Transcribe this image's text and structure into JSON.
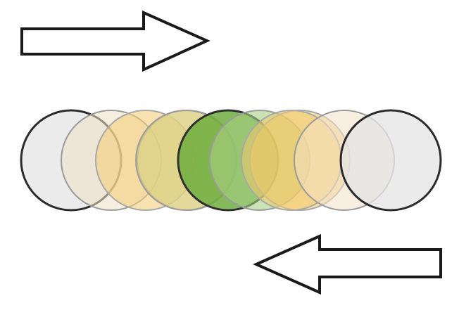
{
  "background": "#ffffff",
  "outline_color": "#1a1a1a",
  "arrows": [
    {
      "name": "arrow-right",
      "direction": "right",
      "fill": "#ffffff"
    },
    {
      "name": "arrow-left",
      "direction": "left",
      "fill": "#ffffff"
    }
  ],
  "circles": [
    {
      "name": "circle-1",
      "fill": "#e6e6e6",
      "stroke": "#2b2b2b",
      "fill_opacity": 0.8
    },
    {
      "name": "circle-2",
      "fill": "#efe0c4",
      "stroke": "#9a9a9a",
      "fill_opacity": 0.55
    },
    {
      "name": "circle-3",
      "fill": "#f3cf7a",
      "stroke": "#a8a8a8",
      "fill_opacity": 0.6
    },
    {
      "name": "circle-4",
      "fill": "#bcd69a",
      "stroke": "#a0a0a0",
      "fill_opacity": 0.6
    },
    {
      "name": "circle-5",
      "fill": "#ead07f",
      "stroke": "#9c9c9c",
      "fill_opacity": 0.6
    },
    {
      "name": "circle-6",
      "fill": "#6fae3f",
      "stroke": "#2f2f2f",
      "fill_opacity": 0.85
    },
    {
      "name": "circle-7",
      "fill": "#a6cf82",
      "stroke": "#9c9c9c",
      "fill_opacity": 0.6
    },
    {
      "name": "circle-8",
      "fill": "#f0cc6a",
      "stroke": "#a8a8a8",
      "fill_opacity": 0.6
    },
    {
      "name": "circle-9",
      "fill": "#f0c86c",
      "stroke": "#a8a8a8",
      "fill_opacity": 0.55
    },
    {
      "name": "circle-10",
      "fill": "#f2e1c8",
      "stroke": "#9a9a9a",
      "fill_opacity": 0.55
    },
    {
      "name": "circle-11",
      "fill": "#e4e4e4",
      "stroke": "#2b2b2b",
      "fill_opacity": 0.75
    }
  ]
}
